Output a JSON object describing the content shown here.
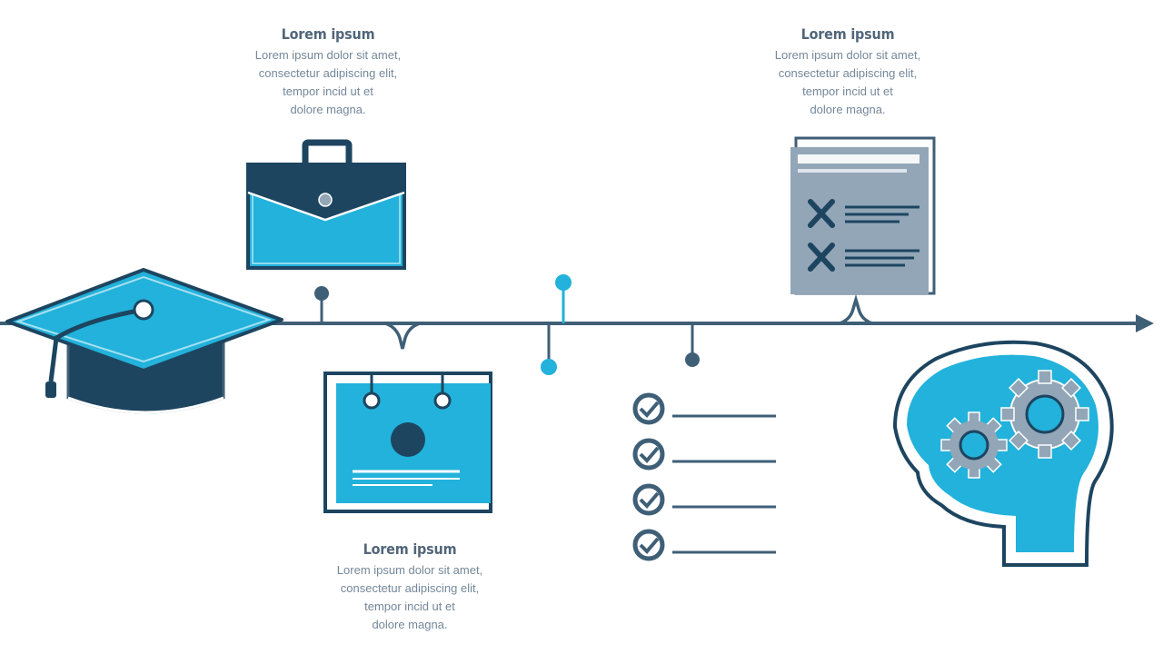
{
  "colors": {
    "navy": "#1d4560",
    "cyan": "#22b2db",
    "slate": "#3f5f77",
    "gray_blue": "#92a6b7",
    "text": "#5e7284"
  },
  "captions": [
    {
      "id": "briefcase",
      "title": "Lorem ipsum",
      "lines": [
        "Lorem ipsum dolor sit amet,",
        "consectetur adipiscing elit,",
        "tempor incid ut et",
        "dolore magna."
      ]
    },
    {
      "id": "checklist-doc",
      "title": "Lorem ipsum",
      "lines": [
        "Lorem ipsum dolor sit amet,",
        "consectetur adipiscing elit,",
        "tempor incid ut et",
        "dolore magna."
      ]
    },
    {
      "id": "certificate",
      "title": "Lorem ipsum",
      "lines": [
        "Lorem ipsum dolor sit amet,",
        "consectetur adipiscing elit,",
        "tempor incid ut et",
        "dolore magna."
      ]
    }
  ],
  "icons": [
    "graduation-cap-icon",
    "briefcase-icon",
    "certificate-icon",
    "checklist-icon",
    "document-x-icon",
    "head-gears-icon"
  ]
}
